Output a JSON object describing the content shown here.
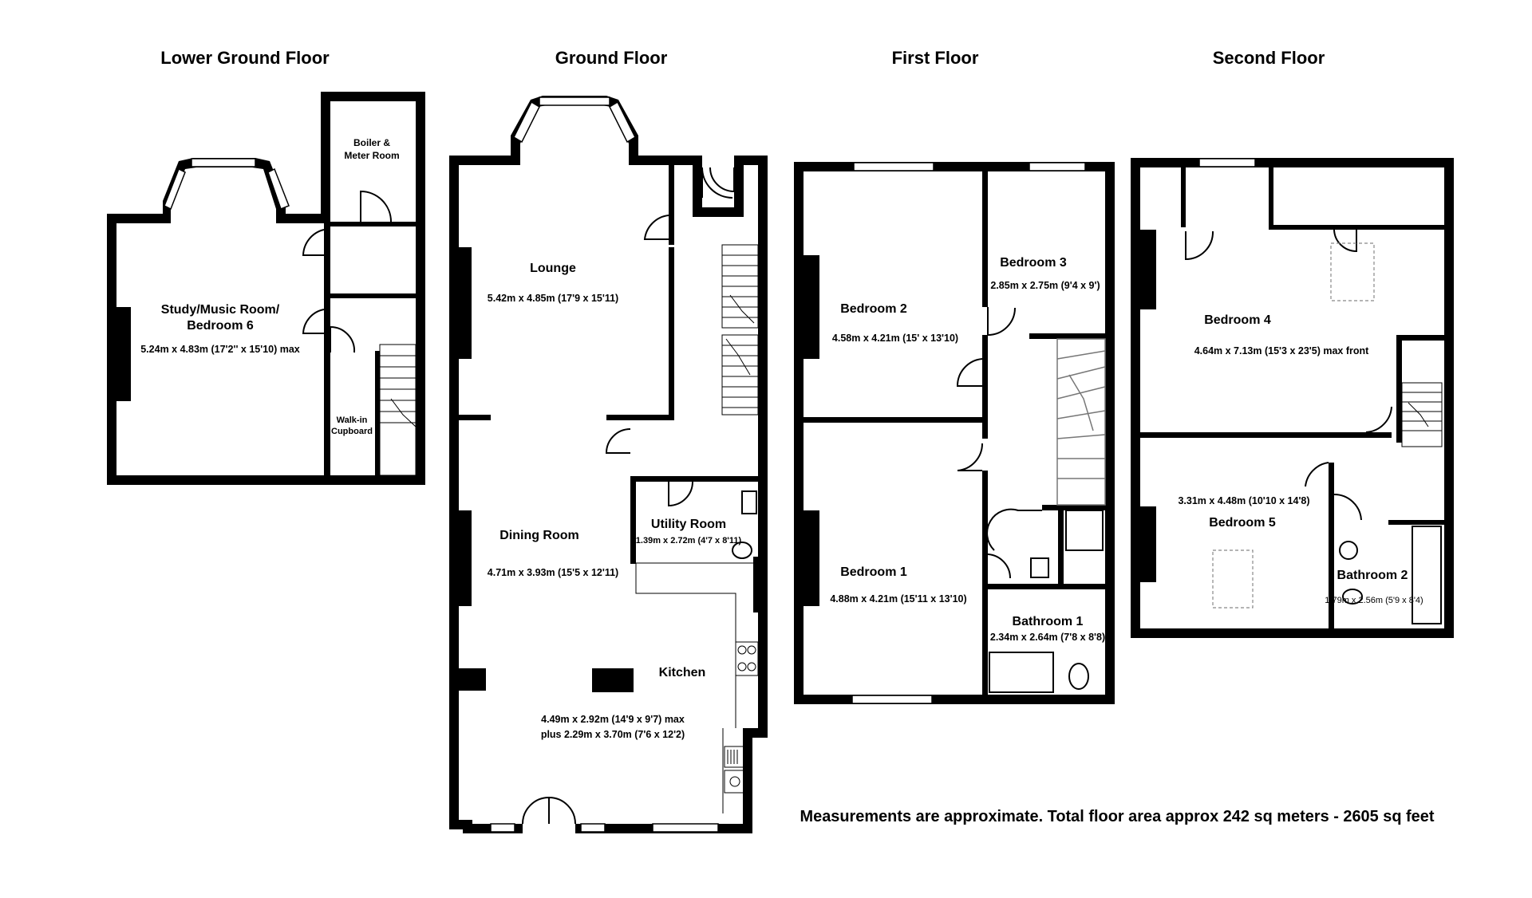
{
  "floors": [
    {
      "title": "Lower Ground Floor"
    },
    {
      "title": "Ground Floor"
    },
    {
      "title": "First Floor"
    },
    {
      "title": "Second Floor"
    }
  ],
  "rooms": {
    "study_line1": "Study/Music Room/",
    "study_line2": "Bedroom 6",
    "study_dim": "5.24m x 4.83m (17'2'' x 15'10) max",
    "boiler_line1": "Boiler &",
    "boiler_line2": "Meter Room",
    "cupboard_line1": "Walk-in",
    "cupboard_line2": "Cupboard",
    "lounge": "Lounge",
    "lounge_dim": "5.42m x 4.85m (17'9 x 15'11)",
    "dining": "Dining Room",
    "dining_dim": "4.71m x 3.93m (15'5 x 12'11)",
    "utility": "Utility Room",
    "utility_dim": "1.39m x 2.72m (4'7 x 8'11)",
    "kitchen": "Kitchen",
    "kitchen_dim1": "4.49m x 2.92m (14'9 x 9'7) max",
    "kitchen_dim2": "plus 2.29m x 3.70m (7'6 x 12'2)",
    "bedroom2": "Bedroom 2",
    "bedroom2_dim": "4.58m x 4.21m (15' x 13'10)",
    "bedroom3": "Bedroom 3",
    "bedroom3_dim": "2.85m x 2.75m (9'4 x 9')",
    "bedroom1": "Bedroom 1",
    "bedroom1_dim": "4.88m x 4.21m (15'11 x 13'10)",
    "bathroom1": "Bathroom 1",
    "bathroom1_dim": "2.34m x 2.64m (7'8 x 8'8)",
    "bedroom4": "Bedroom 4",
    "bedroom4_dim": "4.64m x 7.13m (15'3 x 23'5)  max front",
    "bedroom5": "Bedroom 5",
    "bedroom5_dim": "3.31m x 4.48m (10'10 x 14'8)",
    "bathroom2": "Bathroom 2",
    "bathroom2_dim": "1.79m x 2.56m (5'9 x 8'4)"
  },
  "footer": "Measurements are approximate.  Total floor area approx 242 sq meters - 2605 sq feet"
}
